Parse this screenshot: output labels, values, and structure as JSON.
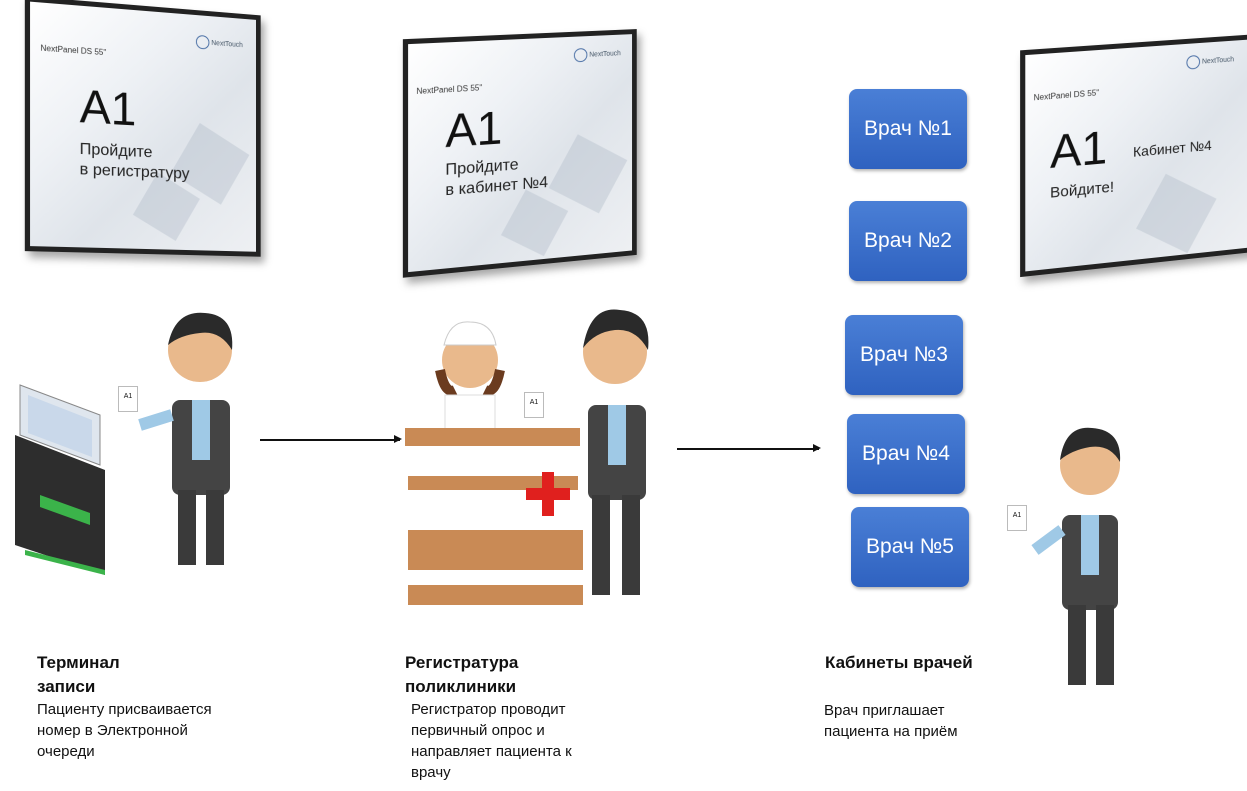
{
  "title_cropped": "",
  "screens": [
    {
      "model": "NextPanel DS 55\"",
      "brand": "NextTouch",
      "code": "A1",
      "message": "Пройдите\nв регистратуру"
    },
    {
      "model": "NextPanel DS 55\"",
      "brand": "NextTouch",
      "code": "A1",
      "message": "Пройдите\nв кабинет №4"
    },
    {
      "model": "NextPanel DS 55\"",
      "brand": "NextTouch",
      "code": "A1",
      "cabinet": "Кабинет №4",
      "message": "Войдите!"
    }
  ],
  "doctors": [
    "Врач №1",
    "Врач №2",
    "Врач №3",
    "Врач №4",
    "Врач №5"
  ],
  "ticket_label": "A1",
  "steps": [
    {
      "title": "Терминал\nзаписи",
      "text": "Пациенту присваивается\nномер в Электронной\nочереди"
    },
    {
      "title": "Регистратура\nполиклиники",
      "text": "Регистратор проводит\nпервичный опрос и\nнаправляет пациента  к\nврачу"
    },
    {
      "title": "Кабинеты врачей",
      "text": "Врач приглашает\nпациента на приём"
    }
  ],
  "colors": {
    "button": "#3a6fcf",
    "cross": "#e0201e",
    "desk": "#c98a55",
    "kiosk": "#3bb34a"
  }
}
